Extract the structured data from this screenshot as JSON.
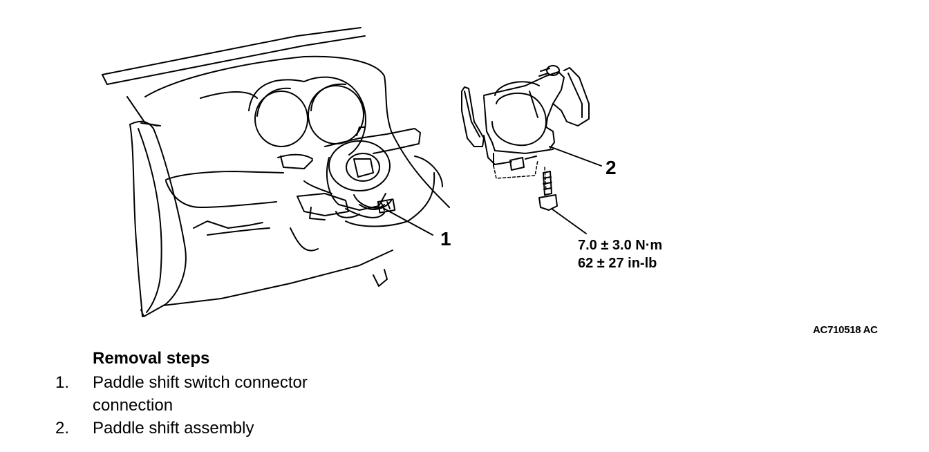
{
  "diagram": {
    "callouts": [
      "1",
      "2"
    ],
    "torque": {
      "metric": "7.0 ± 3.0 N·m",
      "imperial": "62 ± 27 in-lb"
    },
    "figure_id": "AC710518 AC"
  },
  "procedure": {
    "heading": "Removal steps",
    "steps": [
      {
        "number": "1.",
        "text": "Paddle shift switch connector connection"
      },
      {
        "number": "2.",
        "text": "Paddle shift assembly"
      }
    ]
  }
}
